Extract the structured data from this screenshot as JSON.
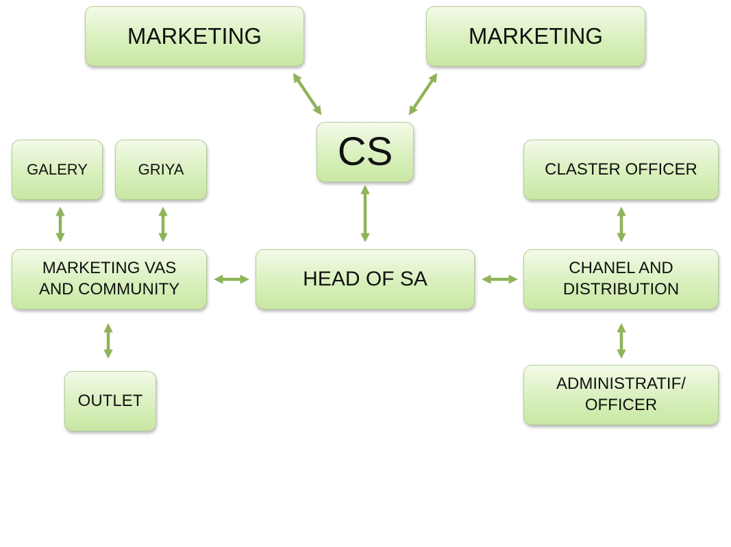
{
  "diagram": {
    "nodes": {
      "marketing_left": "MARKETING",
      "marketing_right": "MARKETING",
      "cs": "CS",
      "galery": "GALERY",
      "griya": "GRIYA",
      "claster_officer": "CLASTER OFFICER",
      "marketing_vas": "MARKETING VAS\nAND COMMUNITY",
      "head_of_sa": "HEAD OF SA",
      "chanel_distribution": "CHANEL AND\nDISTRIBUTION",
      "outlet": "OUTLET",
      "administratif": "ADMINISTRATIF/\nOFFICER"
    },
    "edges": [
      {
        "from": "marketing_left",
        "to": "cs",
        "type": "bidirectional"
      },
      {
        "from": "marketing_right",
        "to": "cs",
        "type": "bidirectional"
      },
      {
        "from": "cs",
        "to": "head_of_sa",
        "type": "bidirectional"
      },
      {
        "from": "galery",
        "to": "marketing_vas",
        "type": "bidirectional"
      },
      {
        "from": "griya",
        "to": "marketing_vas",
        "type": "bidirectional"
      },
      {
        "from": "marketing_vas",
        "to": "head_of_sa",
        "type": "bidirectional"
      },
      {
        "from": "head_of_sa",
        "to": "chanel_distribution",
        "type": "bidirectional"
      },
      {
        "from": "claster_officer",
        "to": "chanel_distribution",
        "type": "bidirectional"
      },
      {
        "from": "marketing_vas",
        "to": "outlet",
        "type": "bidirectional"
      },
      {
        "from": "chanel_distribution",
        "to": "administratif",
        "type": "bidirectional"
      }
    ],
    "colors": {
      "box_fill_top": "#f3fae9",
      "box_fill_bottom": "#c9e7a4",
      "box_border": "#b5cc96",
      "arrow": "#8fb35a"
    }
  }
}
